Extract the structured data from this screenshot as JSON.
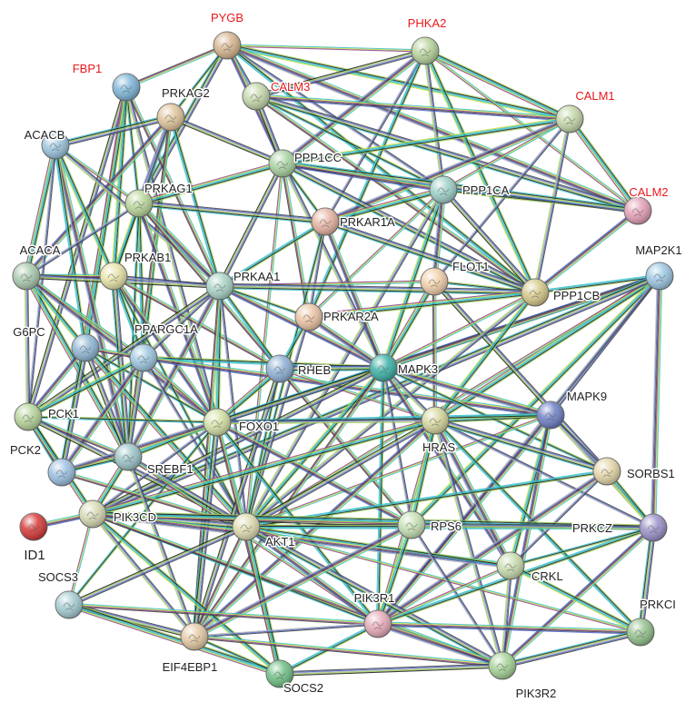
{
  "network": {
    "colors": {
      "default_label": "#222222",
      "highlight_label": "#e8191c",
      "edge_palette": [
        "#33bdc6",
        "#c8dc3c",
        "#8a3f8e",
        "#3d3d3d",
        "#4a63c9",
        "#b3b3b3",
        "#9bcf53",
        "#1a1a1a",
        "#e00000"
      ]
    },
    "nodes": [
      {
        "id": "PYGB",
        "label": "PYGB",
        "highlight": true,
        "color": "#d6b58f"
      },
      {
        "id": "PHKA2",
        "label": "PHKA2",
        "highlight": true,
        "color": "#b7d39b"
      },
      {
        "id": "FBP1",
        "label": "FBP1",
        "highlight": true,
        "color": "#7eb6d8"
      },
      {
        "id": "CALM3",
        "label": "CALM3",
        "highlight": true,
        "color": "#c4d7a9"
      },
      {
        "id": "CALM1",
        "label": "CALM1",
        "highlight": true,
        "color": "#c4d7a9"
      },
      {
        "id": "PRKAG2",
        "label": "PRKAG2",
        "highlight": false,
        "color": "#dfc49b"
      },
      {
        "id": "ACACB",
        "label": "ACACB",
        "highlight": false,
        "color": "#9ac4dc"
      },
      {
        "id": "PPP1CC",
        "label": "PPP1CC",
        "highlight": false,
        "color": "#a9d2a1"
      },
      {
        "id": "CALM2",
        "label": "CALM2",
        "highlight": true,
        "color": "#e3a0b5"
      },
      {
        "id": "PRKAG1",
        "label": "PRKAG1",
        "highlight": false,
        "color": "#b9d69b"
      },
      {
        "id": "PPP1CA",
        "label": "PPP1CA",
        "highlight": false,
        "color": "#9dcfc8"
      },
      {
        "id": "PRKAR1A",
        "label": "PRKAR1A",
        "highlight": false,
        "color": "#e7b3a3"
      },
      {
        "id": "ACACA",
        "label": "ACACA",
        "highlight": false,
        "color": "#a9c9ad"
      },
      {
        "id": "PRKAB1",
        "label": "PRKAB1",
        "highlight": false,
        "color": "#e6e3a8"
      },
      {
        "id": "MAP2K1",
        "label": "MAP2K1",
        "highlight": false,
        "color": "#9cc7e3"
      },
      {
        "id": "FLOT1",
        "label": "FLOT1",
        "highlight": false,
        "color": "#f1cfa9"
      },
      {
        "id": "PRKAA1",
        "label": "PRKAA1",
        "highlight": false,
        "color": "#a8d3c6"
      },
      {
        "id": "PPP1CB",
        "label": "PPP1CB",
        "highlight": false,
        "color": "#d5c98a"
      },
      {
        "id": "PRKAR2A",
        "label": "PRKAR2A",
        "highlight": false,
        "color": "#ecc4a5"
      },
      {
        "id": "G6PC",
        "label": "G6PC",
        "highlight": false,
        "color": "#8fb7d4"
      },
      {
        "id": "PPARGC1A",
        "label": "PPARGC1A",
        "highlight": false,
        "color": "#9cc6e0"
      },
      {
        "id": "RHEB",
        "label": "RHEB",
        "highlight": false,
        "color": "#8fb1d6"
      },
      {
        "id": "MAPK3",
        "label": "MAPK3",
        "highlight": false,
        "color": "#3bb1a6"
      },
      {
        "id": "MAPK9",
        "label": "MAPK9",
        "highlight": false,
        "color": "#6c7fc4"
      },
      {
        "id": "PCK1",
        "label": "PCK1",
        "highlight": false,
        "color": "#b6d49a"
      },
      {
        "id": "FOXO1",
        "label": "FOXO1",
        "highlight": false,
        "color": "#d3dfa3"
      },
      {
        "id": "HRAS",
        "label": "HRAS",
        "highlight": false,
        "color": "#d5d59c"
      },
      {
        "id": "PCK2",
        "label": "PCK2",
        "highlight": false,
        "color": "#9bbfe0"
      },
      {
        "id": "SREBF1",
        "label": "SREBF1",
        "highlight": false,
        "color": "#9cc4c8"
      },
      {
        "id": "SORBS1",
        "label": "SORBS1",
        "highlight": false,
        "color": "#e3d6a8"
      },
      {
        "id": "ID1",
        "label": "ID1",
        "highlight": false,
        "color": "#d63838"
      },
      {
        "id": "PIK3CD",
        "label": "PIK3CD",
        "highlight": false,
        "color": "#d7d8b3"
      },
      {
        "id": "AKT1",
        "label": "AKT1",
        "highlight": false,
        "color": "#dedcb0"
      },
      {
        "id": "RPS6",
        "label": "RPS6",
        "highlight": false,
        "color": "#c5dfb3"
      },
      {
        "id": "PRKCZ",
        "label": "PRKCZ",
        "highlight": false,
        "color": "#9a91c9"
      },
      {
        "id": "SOCS3",
        "label": "SOCS3",
        "highlight": false,
        "color": "#a3cbd1"
      },
      {
        "id": "CRKL",
        "label": "CRKL",
        "highlight": false,
        "color": "#c7dcad"
      },
      {
        "id": "PIK3R1",
        "label": "PIK3R1",
        "highlight": false,
        "color": "#e6aab9"
      },
      {
        "id": "PRKCI",
        "label": "PRKCI",
        "highlight": false,
        "color": "#93c08d"
      },
      {
        "id": "EIF4EBP1",
        "label": "EIF4EBP1",
        "highlight": false,
        "color": "#e4c9a3"
      },
      {
        "id": "SOCS2",
        "label": "SOCS2",
        "highlight": false,
        "color": "#6fbf85"
      },
      {
        "id": "PIK3R2",
        "label": "PIK3R2",
        "highlight": false,
        "color": "#a5d396"
      }
    ],
    "edges": [
      [
        "PYGB",
        "PHKA2"
      ],
      [
        "PYGB",
        "CALM3"
      ],
      [
        "PYGB",
        "CALM1"
      ],
      [
        "PYGB",
        "CALM2"
      ],
      [
        "PYGB",
        "PPP1CA"
      ],
      [
        "PYGB",
        "PPP1CB"
      ],
      [
        "PYGB",
        "PPP1CC"
      ],
      [
        "PYGB",
        "PRKAG1"
      ],
      [
        "PYGB",
        "PRKAG2"
      ],
      [
        "PYGB",
        "FBP1"
      ],
      [
        "PHKA2",
        "CALM3"
      ],
      [
        "PHKA2",
        "CALM1"
      ],
      [
        "PHKA2",
        "CALM2"
      ],
      [
        "PHKA2",
        "PPP1CA"
      ],
      [
        "PHKA2",
        "PPP1CB"
      ],
      [
        "PHKA2",
        "PPP1CC"
      ],
      [
        "PHKA2",
        "PRKAR1A"
      ],
      [
        "PHKA2",
        "PRKAR2A"
      ],
      [
        "CALM3",
        "CALM1"
      ],
      [
        "CALM3",
        "CALM2"
      ],
      [
        "CALM3",
        "PPP1CA"
      ],
      [
        "CALM3",
        "PPP1CB"
      ],
      [
        "CALM3",
        "PPP1CC"
      ],
      [
        "CALM1",
        "CALM2"
      ],
      [
        "CALM1",
        "PPP1CA"
      ],
      [
        "CALM1",
        "PPP1CB"
      ],
      [
        "CALM1",
        "PPP1CC"
      ],
      [
        "CALM1",
        "PRKAR1A"
      ],
      [
        "CALM1",
        "FLOT1"
      ],
      [
        "CALM2",
        "PPP1CA"
      ],
      [
        "CALM2",
        "PPP1CB"
      ],
      [
        "CALM2",
        "PPP1CC"
      ],
      [
        "FBP1",
        "PRKAG1"
      ],
      [
        "FBP1",
        "PRKAA1"
      ],
      [
        "FBP1",
        "PCK1"
      ],
      [
        "FBP1",
        "G6PC"
      ],
      [
        "FBP1",
        "PCK2"
      ],
      [
        "FBP1",
        "FOXO1"
      ],
      [
        "FBP1",
        "PRKAB1"
      ],
      [
        "PRKAG2",
        "PRKAG1"
      ],
      [
        "PRKAG2",
        "PRKAB1"
      ],
      [
        "PRKAG2",
        "PRKAA1"
      ],
      [
        "PRKAG2",
        "ACACA"
      ],
      [
        "PRKAG2",
        "ACACB"
      ],
      [
        "PRKAG2",
        "PPARGC1A"
      ],
      [
        "PRKAG2",
        "SREBF1"
      ],
      [
        "PRKAG2",
        "PPP1CC"
      ],
      [
        "ACACB",
        "ACACA"
      ],
      [
        "ACACB",
        "PRKAG1"
      ],
      [
        "ACACB",
        "PRKAA1"
      ],
      [
        "ACACB",
        "PRKAB1"
      ],
      [
        "ACACB",
        "SREBF1"
      ],
      [
        "ACACB",
        "PCK1"
      ],
      [
        "ACACB",
        "G6PC"
      ],
      [
        "PPP1CC",
        "PPP1CA"
      ],
      [
        "PPP1CC",
        "PPP1CB"
      ],
      [
        "PPP1CC",
        "PRKAR1A"
      ],
      [
        "PPP1CC",
        "PRKAR2A"
      ],
      [
        "PPP1CC",
        "PRKAA1"
      ],
      [
        "PPP1CC",
        "PRKAG1"
      ],
      [
        "PPP1CC",
        "AKT1"
      ],
      [
        "PPP1CC",
        "MAPK3"
      ],
      [
        "PRKAG1",
        "PRKAB1"
      ],
      [
        "PRKAG1",
        "PRKAA1"
      ],
      [
        "PRKAG1",
        "ACACA"
      ],
      [
        "PRKAG1",
        "PPARGC1A"
      ],
      [
        "PRKAG1",
        "FOXO1"
      ],
      [
        "PRKAG1",
        "PRKAR1A"
      ],
      [
        "PRKAG1",
        "SREBF1"
      ],
      [
        "PRKAG1",
        "RHEB"
      ],
      [
        "PPP1CA",
        "PPP1CB"
      ],
      [
        "PPP1CA",
        "PRKAR1A"
      ],
      [
        "PPP1CA",
        "PRKAR2A"
      ],
      [
        "PPP1CA",
        "AKT1"
      ],
      [
        "PPP1CA",
        "MAPK3"
      ],
      [
        "PPP1CA",
        "FLOT1"
      ],
      [
        "PRKAR1A",
        "PRKAR2A"
      ],
      [
        "PRKAR1A",
        "PRKAA1"
      ],
      [
        "PRKAR1A",
        "MAPK3"
      ],
      [
        "PRKAR1A",
        "PPP1CB"
      ],
      [
        "PRKAR1A",
        "AKT1"
      ],
      [
        "ACACA",
        "PRKAB1"
      ],
      [
        "ACACA",
        "PRKAA1"
      ],
      [
        "ACACA",
        "SREBF1"
      ],
      [
        "ACACA",
        "PPARGC1A"
      ],
      [
        "ACACA",
        "PCK1"
      ],
      [
        "ACACA",
        "G6PC"
      ],
      [
        "ACACA",
        "FOXO1"
      ],
      [
        "PRKAB1",
        "PRKAA1"
      ],
      [
        "PRKAB1",
        "PPARGC1A"
      ],
      [
        "PRKAB1",
        "FOXO1"
      ],
      [
        "PRKAB1",
        "SREBF1"
      ],
      [
        "PRKAB1",
        "AKT1"
      ],
      [
        "PRKAB1",
        "RHEB"
      ],
      [
        "MAP2K1",
        "MAPK3"
      ],
      [
        "MAP2K1",
        "HRAS"
      ],
      [
        "MAP2K1",
        "AKT1"
      ],
      [
        "MAP2K1",
        "MAPK9"
      ],
      [
        "MAP2K1",
        "RPS6"
      ],
      [
        "MAP2K1",
        "PRKCZ"
      ],
      [
        "MAP2K1",
        "PIK3R1"
      ],
      [
        "MAP2K1",
        "PPP1CB"
      ],
      [
        "MAP2K1",
        "FOXO1"
      ],
      [
        "MAP2K1",
        "PIK3CD"
      ],
      [
        "FLOT1",
        "PPP1CB"
      ],
      [
        "FLOT1",
        "HRAS"
      ],
      [
        "FLOT1",
        "SORBS1"
      ],
      [
        "FLOT1",
        "MAPK3"
      ],
      [
        "FLOT1",
        "PRKAA1"
      ],
      [
        "PRKAA1",
        "PPARGC1A"
      ],
      [
        "PRKAA1",
        "FOXO1"
      ],
      [
        "PRKAA1",
        "SREBF1"
      ],
      [
        "PRKAA1",
        "AKT1"
      ],
      [
        "PRKAA1",
        "RHEB"
      ],
      [
        "PRKAA1",
        "MAPK3"
      ],
      [
        "PRKAA1",
        "PPP1CB"
      ],
      [
        "PRKAA1",
        "PRKAR2A"
      ],
      [
        "PRKAA1",
        "EIF4EBP1"
      ],
      [
        "PRKAA1",
        "PCK1"
      ],
      [
        "PPP1CB",
        "PRKAR2A"
      ],
      [
        "PPP1CB",
        "MAPK3"
      ],
      [
        "PPP1CB",
        "AKT1"
      ],
      [
        "PPP1CB",
        "HRAS"
      ],
      [
        "PRKAR2A",
        "MAPK3"
      ],
      [
        "PRKAR2A",
        "AKT1"
      ],
      [
        "PRKAR2A",
        "RHEB"
      ],
      [
        "G6PC",
        "PCK1"
      ],
      [
        "G6PC",
        "PCK2"
      ],
      [
        "G6PC",
        "FOXO1"
      ],
      [
        "G6PC",
        "PPARGC1A"
      ],
      [
        "G6PC",
        "SREBF1"
      ],
      [
        "G6PC",
        "AKT1"
      ],
      [
        "PPARGC1A",
        "FOXO1"
      ],
      [
        "PPARGC1A",
        "SREBF1"
      ],
      [
        "PPARGC1A",
        "PCK1"
      ],
      [
        "PPARGC1A",
        "PCK2"
      ],
      [
        "PPARGC1A",
        "AKT1"
      ],
      [
        "PPARGC1A",
        "MAPK3"
      ],
      [
        "PPARGC1A",
        "MAPK9"
      ],
      [
        "RHEB",
        "MAPK3"
      ],
      [
        "RHEB",
        "AKT1"
      ],
      [
        "RHEB",
        "RPS6"
      ],
      [
        "RHEB",
        "EIF4EBP1"
      ],
      [
        "RHEB",
        "FOXO1"
      ],
      [
        "RHEB",
        "HRAS"
      ],
      [
        "MAPK3",
        "HRAS"
      ],
      [
        "MAPK3",
        "AKT1"
      ],
      [
        "MAPK3",
        "MAPK9"
      ],
      [
        "MAPK3",
        "RPS6"
      ],
      [
        "MAPK3",
        "PIK3R1"
      ],
      [
        "MAPK3",
        "CRKL"
      ],
      [
        "MAPK3",
        "FOXO1"
      ],
      [
        "MAPK3",
        "SORBS1"
      ],
      [
        "MAPK3",
        "EIF4EBP1"
      ],
      [
        "MAPK3",
        "PIK3CD"
      ],
      [
        "MAPK9",
        "HRAS"
      ],
      [
        "MAPK9",
        "AKT1"
      ],
      [
        "MAPK9",
        "PRKCZ"
      ],
      [
        "MAPK9",
        "CRKL"
      ],
      [
        "MAPK9",
        "PIK3R1"
      ],
      [
        "MAPK9",
        "SORBS1"
      ],
      [
        "MAPK9",
        "FOXO1"
      ],
      [
        "MAPK9",
        "PIK3R2"
      ],
      [
        "PCK1",
        "PCK2"
      ],
      [
        "PCK1",
        "FOXO1"
      ],
      [
        "PCK1",
        "SREBF1"
      ],
      [
        "PCK1",
        "AKT1"
      ],
      [
        "PCK1",
        "PIK3CD"
      ],
      [
        "FOXO1",
        "AKT1"
      ],
      [
        "FOXO1",
        "HRAS"
      ],
      [
        "FOXO1",
        "SREBF1"
      ],
      [
        "FOXO1",
        "PCK2"
      ],
      [
        "FOXO1",
        "PIK3CD"
      ],
      [
        "FOXO1",
        "PIK3R1"
      ],
      [
        "FOXO1",
        "RPS6"
      ],
      [
        "FOXO1",
        "EIF4EBP1"
      ],
      [
        "FOXO1",
        "SOCS3"
      ],
      [
        "FOXO1",
        "SOCS2"
      ],
      [
        "HRAS",
        "AKT1"
      ],
      [
        "HRAS",
        "PIK3CD"
      ],
      [
        "HRAS",
        "PIK3R1"
      ],
      [
        "HRAS",
        "PIK3R2"
      ],
      [
        "HRAS",
        "RPS6"
      ],
      [
        "HRAS",
        "CRKL"
      ],
      [
        "HRAS",
        "PRKCZ"
      ],
      [
        "HRAS",
        "PRKCI"
      ],
      [
        "HRAS",
        "EIF4EBP1"
      ],
      [
        "HRAS",
        "SORBS1"
      ],
      [
        "PCK2",
        "SREBF1"
      ],
      [
        "PCK2",
        "AKT1"
      ],
      [
        "SREBF1",
        "AKT1"
      ],
      [
        "SREBF1",
        "PIK3CD"
      ],
      [
        "SREBF1",
        "PIK3R1"
      ],
      [
        "SREBF1",
        "EIF4EBP1"
      ],
      [
        "SORBS1",
        "PRKCZ"
      ],
      [
        "SORBS1",
        "PIK3R1"
      ],
      [
        "SORBS1",
        "CRKL"
      ],
      [
        "SORBS1",
        "AKT1"
      ],
      [
        "ID1",
        "PIK3CD"
      ],
      [
        "PIK3CD",
        "AKT1"
      ],
      [
        "PIK3CD",
        "PIK3R1"
      ],
      [
        "PIK3CD",
        "PIK3R2"
      ],
      [
        "PIK3CD",
        "RPS6"
      ],
      [
        "PIK3CD",
        "PRKCZ"
      ],
      [
        "PIK3CD",
        "SOCS3"
      ],
      [
        "PIK3CD",
        "EIF4EBP1"
      ],
      [
        "PIK3CD",
        "SOCS2"
      ],
      [
        "PIK3CD",
        "CRKL"
      ],
      [
        "AKT1",
        "RPS6"
      ],
      [
        "AKT1",
        "PRKCZ"
      ],
      [
        "AKT1",
        "PIK3R1"
      ],
      [
        "AKT1",
        "PIK3R2"
      ],
      [
        "AKT1",
        "CRKL"
      ],
      [
        "AKT1",
        "EIF4EBP1"
      ],
      [
        "AKT1",
        "SOCS3"
      ],
      [
        "AKT1",
        "SOCS2"
      ],
      [
        "AKT1",
        "PRKCI"
      ],
      [
        "RPS6",
        "PRKCZ"
      ],
      [
        "RPS6",
        "PIK3R1"
      ],
      [
        "RPS6",
        "EIF4EBP1"
      ],
      [
        "RPS6",
        "PIK3R2"
      ],
      [
        "PRKCZ",
        "PIK3R1"
      ],
      [
        "PRKCZ",
        "PIK3R2"
      ],
      [
        "PRKCZ",
        "PRKCI"
      ],
      [
        "PRKCZ",
        "CRKL"
      ],
      [
        "SOCS3",
        "PIK3R1"
      ],
      [
        "SOCS3",
        "EIF4EBP1"
      ],
      [
        "SOCS3",
        "SOCS2"
      ],
      [
        "CRKL",
        "PIK3R1"
      ],
      [
        "CRKL",
        "PIK3R2"
      ],
      [
        "CRKL",
        "PRKCI"
      ],
      [
        "PIK3R1",
        "PIK3R2"
      ],
      [
        "PIK3R1",
        "EIF4EBP1"
      ],
      [
        "PIK3R1",
        "SOCS2"
      ],
      [
        "PIK3R1",
        "PRKCI"
      ],
      [
        "PRKCI",
        "PIK3R2"
      ],
      [
        "EIF4EBP1",
        "SOCS2"
      ],
      [
        "EIF4EBP1",
        "PIK3R2"
      ],
      [
        "SOCS2",
        "PIK3R2"
      ]
    ]
  }
}
